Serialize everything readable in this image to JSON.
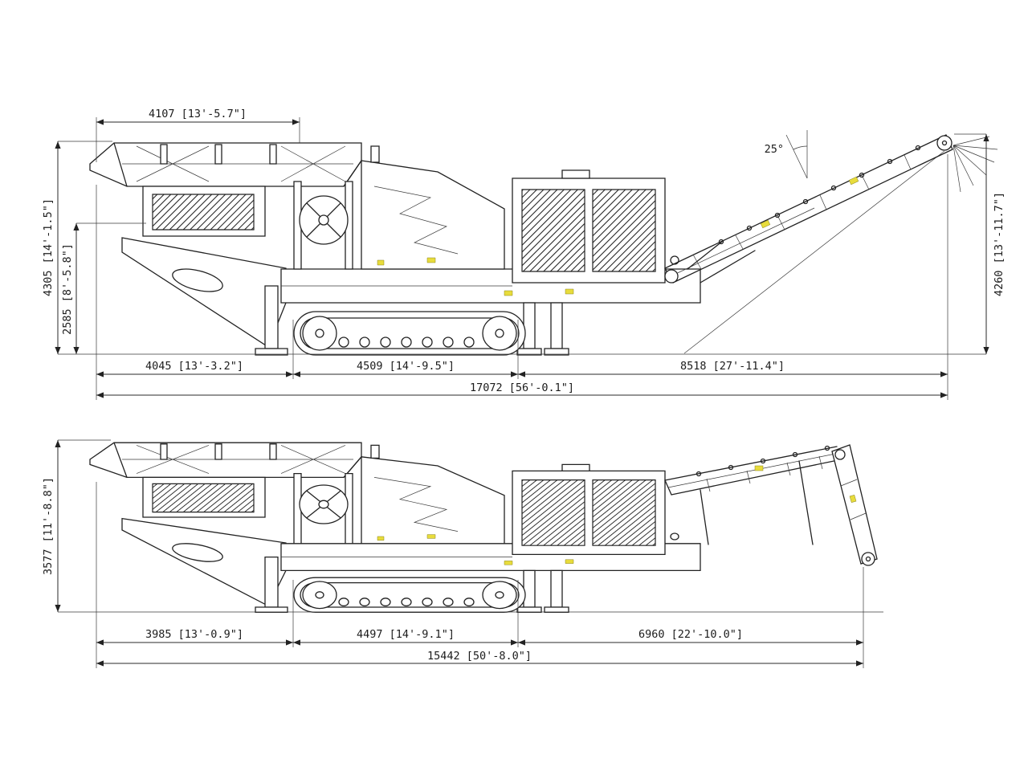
{
  "drawing": {
    "background": "#ffffff",
    "line_color": "#222222",
    "accent_yellow": "#e8dc3c"
  },
  "top_view": {
    "dimensions": {
      "hopper_width": "4107 [13'-5.7\"]",
      "overall_height": "4305 [14'-1.5\"]",
      "feed_height": "2585 [8'-5.8\"]",
      "conveyor_angle": "25°",
      "discharge_height": "4260 [13'-11.7\"]",
      "rear_length": "4045 [13'-3.2\"]",
      "track_length": "4509 [14'-9.5\"]",
      "conveyor_length": "8518 [27'-11.4\"]",
      "overall_length": "17072 [56'-0.1\"]"
    }
  },
  "bottom_view": {
    "dimensions": {
      "transport_height": "3577 [11'-8.8\"]",
      "rear_length": "3985 [13'-0.9\"]",
      "track_length": "4497 [14'-9.1\"]",
      "conveyor_length": "6960 [22'-10.0\"]",
      "overall_length": "15442 [50'-8.0\"]"
    }
  }
}
